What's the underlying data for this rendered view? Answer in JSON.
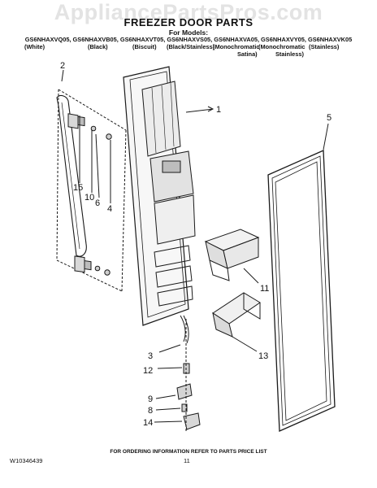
{
  "watermark": "AppliancePartsPros.com",
  "title": "FREEZER DOOR PARTS",
  "for_models_label": "For Models:",
  "models_line": "GS6NHAXVQ05, GS6NHAXVB05, GS6NHAXVT05, GS6NHAXVS05, GS6NHAXVA05, GS6NHAXVY05, GS6NHAXVK05",
  "variants": {
    "white": "(White)",
    "black": "(Black)",
    "biscuit": "(Biscuit)",
    "black_stainless": "(Black/Stainless)",
    "mono_satina_1": "(Monochromatic",
    "mono_satina_2": "Satina)",
    "mono_stainless_1": "(Monochromatic",
    "mono_stainless_2": "Stainless)",
    "stainless": "(Stainless)"
  },
  "callouts": {
    "c1": "1",
    "c2": "2",
    "c3": "3",
    "c4": "4",
    "c5": "5",
    "c6": "6",
    "c8": "8",
    "c9": "9",
    "c10": "10",
    "c11": "11",
    "c12": "12",
    "c13": "13",
    "c14": "14",
    "c15": "15"
  },
  "footer_note": "FOR ORDERING INFORMATION REFER TO PARTS PRICE LIST",
  "doc_number": "W10346439",
  "page_number": "11"
}
